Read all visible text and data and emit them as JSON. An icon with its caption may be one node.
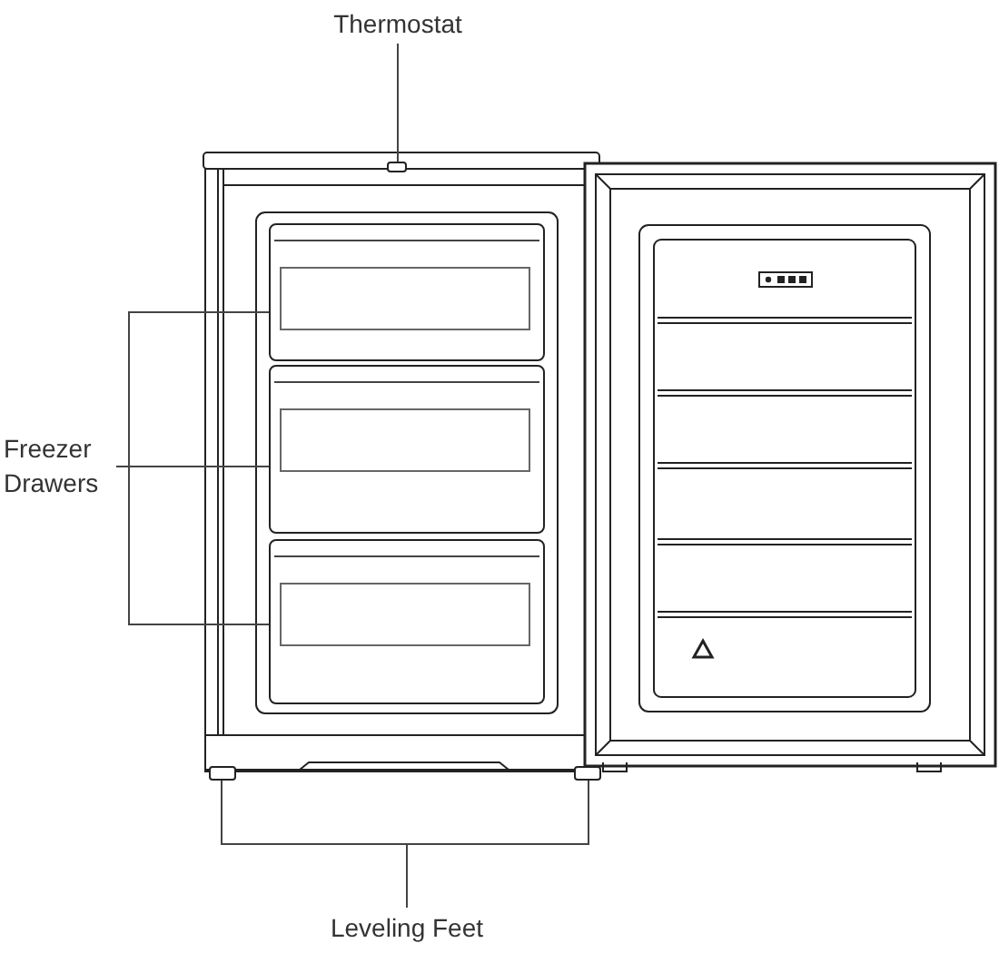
{
  "diagram": {
    "nodes": [
      {
        "text": [
          "Thermostat"
        ]
      },
      {
        "text": [],
        "shape": "box"
      },
      {
        "text": [
          "Freezer Drawers"
        ]
      },
      {
        "text": [],
        "shape": "box"
      },
      {
        "text": [],
        "shape": "box"
      },
      {
        "text": [],
        "shape": "box"
      },
      {
        "text": [
          "Leveling Feet"
        ]
      },
      {
        "text": [],
        "shape": "box"
      },
      {
        "text": [],
        "shape": "box"
      }
    ],
    "edges": [
      {
        "from": 0,
        "to": 1,
        "arrow": "none"
      },
      {
        "from": 2,
        "to": 3,
        "arrow": "none"
      },
      {
        "from": 2,
        "to": 4,
        "arrow": "none"
      },
      {
        "from": 2,
        "to": 5,
        "arrow": "none"
      },
      {
        "from": 6,
        "to": 7,
        "arrow": "none"
      },
      {
        "from": 6,
        "to": 8,
        "arrow": "none"
      }
    ]
  }
}
